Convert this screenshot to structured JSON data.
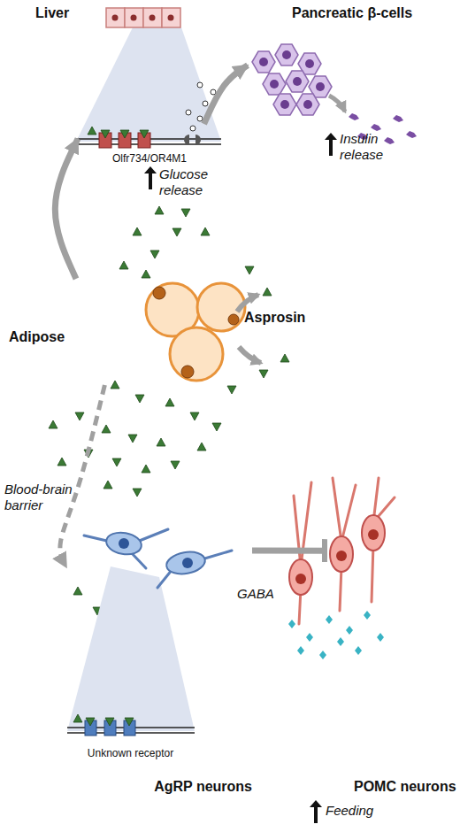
{
  "diagram": {
    "nodes": [
      {
        "text": [
          "Liver"
        ]
      },
      {
        "text": [
          "Pancreatic β-cells"
        ]
      },
      {
        "text": [
          "Olfr734/OR4M1"
        ]
      },
      {
        "text": [
          "Adipose"
        ]
      },
      {
        "text": [
          "AgRP neurons"
        ]
      },
      {
        "text": [
          "Unknown receptor"
        ],
        "in": 4
      },
      {
        "text": [
          "POMC neurons"
        ]
      }
    ],
    "edges": [
      {
        "from": 3,
        "to": 2,
        "arrow": "to"
      },
      {
        "from": 2,
        "to": 1,
        "arrow": "to"
      },
      {
        "from": 3,
        "to": 4,
        "arrow": "to"
      },
      {
        "from": 4,
        "to": 6,
        "arrow": "to"
      }
    ],
    "labels": [
      "Glucose release",
      "Insulin release",
      "Asprosin",
      "Blood-brain barrier",
      "GABA",
      "Feeding"
    ]
  }
}
